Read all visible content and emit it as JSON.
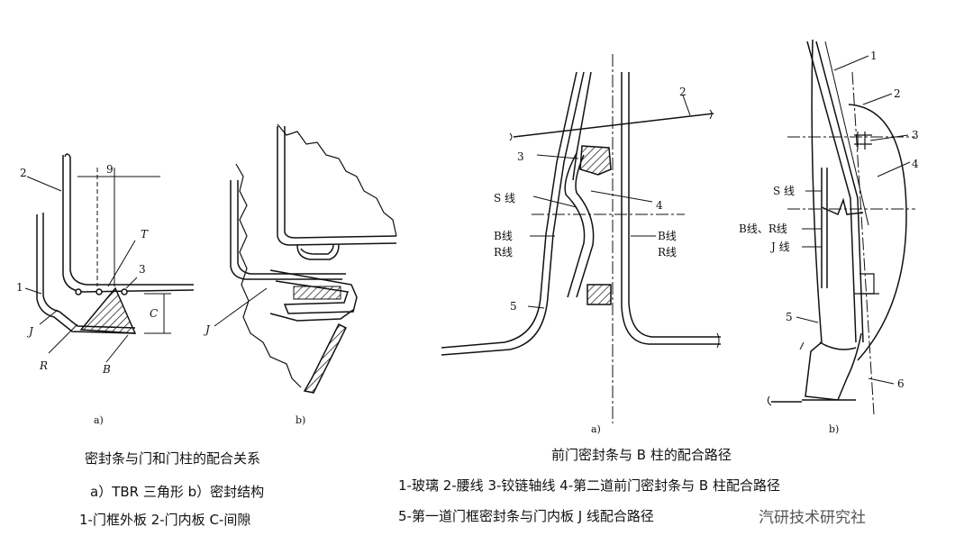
{
  "left_figure": {
    "sub_a": "a)",
    "sub_b": "b)",
    "labels_a": {
      "n1": "1",
      "n2": "2",
      "n3": "3",
      "dim9": "9",
      "T": "T",
      "C": "C",
      "J": "J",
      "R": "R",
      "B": "B"
    },
    "labels_b": {
      "J": "J"
    },
    "caption_title": "密封条与门和门柱的配合关系",
    "caption_line1": "a）TBR 三角形   b）密封结构",
    "caption_line2": "1-门框外板   2-门内板   C-间隙"
  },
  "right_figure": {
    "sub_a": "a)",
    "sub_b": "b)",
    "labels_a": {
      "n2": "2",
      "n3": "3",
      "n4": "4",
      "n5": "5",
      "s": "S 线",
      "b_left": "B线",
      "r_left": "R线",
      "b_right": "B线",
      "r_right": "R线"
    },
    "labels_b": {
      "n1": "1",
      "n2": "2",
      "n3": "3",
      "n4": "4",
      "n5": "5",
      "n6": "6",
      "s": "S 线",
      "br": "B线、R线",
      "j": "J 线"
    },
    "caption_title": "前门密封条与 B 柱的配合路径",
    "caption_line1": "1-玻璃  2-腰线  3-铰链轴线  4-第二道前门密封条与 B 柱配合路径",
    "caption_line2": "5-第一道门框密封条与门内板 J 线配合路径",
    "watermark": "汽研技术研究社"
  }
}
